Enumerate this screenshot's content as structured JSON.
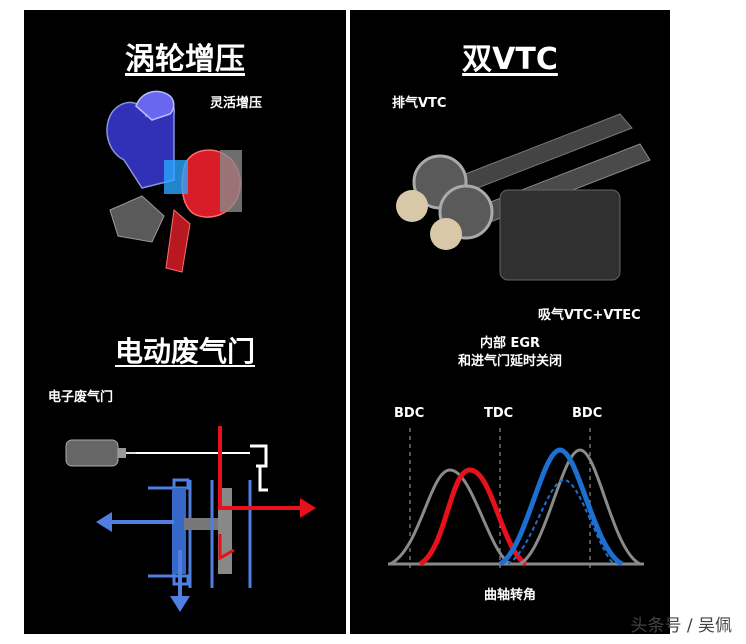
{
  "left": {
    "turbo_title": "涡轮增压",
    "flex_boost_label": "灵活增压",
    "wastegate_title": "电动废气门",
    "electronic_wastegate_label": "电子废气门"
  },
  "right": {
    "title": "双VTC",
    "exhaust_vtc_label": "排气VTC",
    "intake_vtc_label": "吸气VTC+VTEC",
    "internal_egr_line1": "内部 EGR",
    "internal_egr_line2": "和进气门延时关闭",
    "valve_chart": {
      "bdc_left": "BDC",
      "tdc": "TDC",
      "bdc_right": "BDC",
      "xlabel": "曲轴转角"
    }
  },
  "watermark": "头条号 / 吴佩",
  "colors": {
    "panel_bg": "#000000",
    "exhaust_red": "#e8101a",
    "intake_blue": "#1d6fd1",
    "gray_curve": "#8a8a8a",
    "turbo_red": "#e0202a",
    "turbo_blue": "#4f7fe0"
  }
}
